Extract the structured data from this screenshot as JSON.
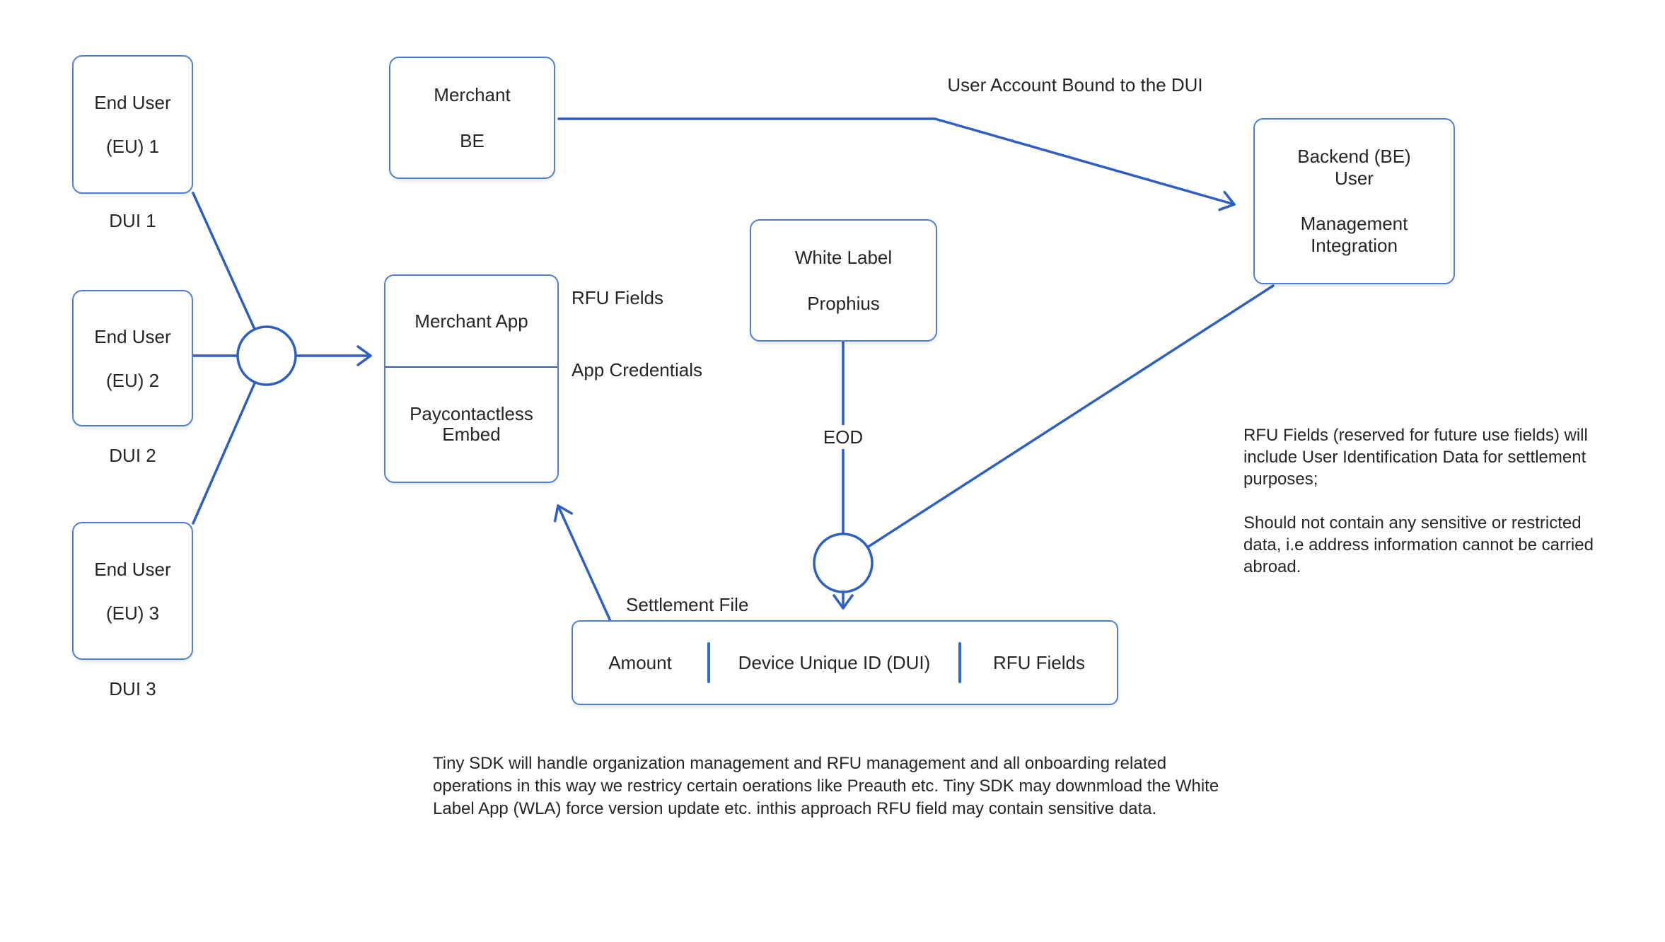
{
  "diagram": {
    "colors": {
      "connector_blue": "#2d5fc0",
      "box_border_blue": "#4e7fd3",
      "text_dark": "#262626"
    },
    "end_users": [
      {
        "line1": "End User",
        "line2": "(EU) 1",
        "caption": "DUI 1"
      },
      {
        "line1": "End User",
        "line2": "(EU) 2",
        "caption": "DUI 2"
      },
      {
        "line1": "End User",
        "line2": "(EU) 3",
        "caption": "DUI 3"
      }
    ],
    "merchant_be": {
      "line1": "Merchant",
      "line2": "BE"
    },
    "merchant_app": {
      "top": "Merchant App",
      "bottom_line1": "Paycontactless",
      "bottom_line2": "Embed"
    },
    "white_label": {
      "line1": "White Label",
      "line2": "Prophius"
    },
    "backend": {
      "line1": "Backend (BE)",
      "line2": "User",
      "line3": "Management",
      "line4": "Integration"
    },
    "labels": {
      "user_account_bound": "User Account Bound to the DUI",
      "rfu_fields": "RFU Fields",
      "app_credentials": "App Credentials",
      "eod": "EOD",
      "settlement_file": "Settlement File"
    },
    "settlement_columns": [
      "Amount",
      "Device Unique ID (DUI)",
      "RFU Fields"
    ],
    "notes": {
      "rfu_note_p1": "RFU Fields (reserved for future use fields) will include User Identification Data for settlement purposes;",
      "rfu_note_p2": "Should not contain any sensitive or restricted data, i.e address information cannot be carried abroad.",
      "bottom_note": "Tiny SDK will handle organization management and RFU management and all onboarding related operations in this way we restricy certain oerations like Preauth etc. Tiny SDK may downmload the White Label App (WLA) force version update etc. inthis approach RFU field may contain sensitive data."
    }
  }
}
